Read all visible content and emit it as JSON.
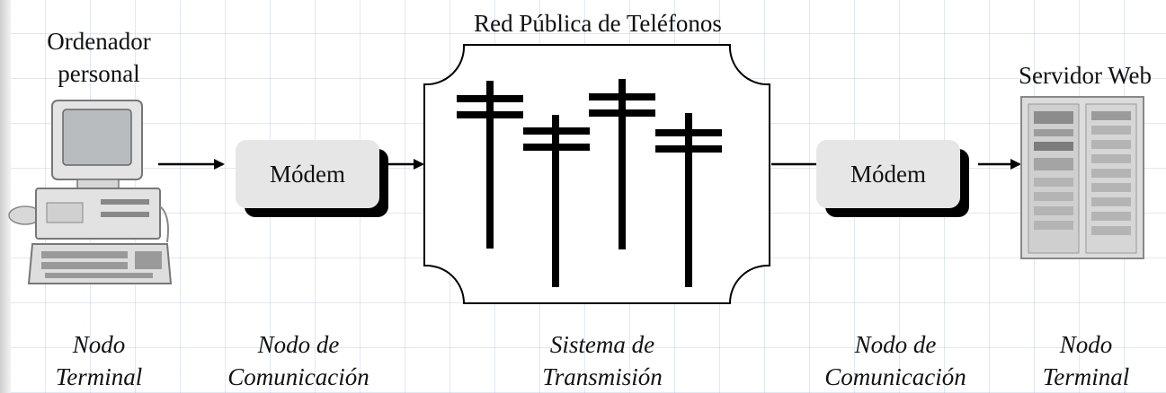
{
  "labels": {
    "pc_line1": "Ordenador",
    "pc_line2": "personal",
    "network_title": "Red Pública de Teléfonos",
    "server": "Servidor Web"
  },
  "modems": {
    "left": "Módem",
    "right": "Módem"
  },
  "captions": [
    {
      "line1": "Nodo",
      "line2": "Terminal"
    },
    {
      "line1": "Nodo de",
      "line2": "Comunicación"
    },
    {
      "line1": "Sistema de",
      "line2": "Transmisión"
    },
    {
      "line1": "Nodo de",
      "line2": "Comunicación"
    },
    {
      "line1": "Nodo",
      "line2": "Terminal"
    }
  ],
  "icons": [
    "personal-computer-icon",
    "telephone-pole-icon",
    "server-rack-icon",
    "arrow-icon"
  ],
  "colors": {
    "modem_fill": "#e6e6e6",
    "grid": "#7896c8",
    "ink": "#000000"
  }
}
